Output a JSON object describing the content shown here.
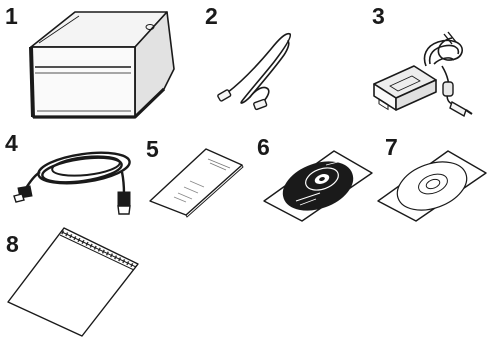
{
  "figure": {
    "line_color": "#1a1a1a",
    "items": [
      {
        "number": "1",
        "icon": "scanner-icon"
      },
      {
        "number": "2",
        "icon": "power-cable-icon"
      },
      {
        "number": "3",
        "icon": "ac-adapter-icon"
      },
      {
        "number": "4",
        "icon": "usb-cable-icon"
      },
      {
        "number": "5",
        "icon": "manual-booklet-icon"
      },
      {
        "number": "6",
        "icon": "setup-dvd-icon"
      },
      {
        "number": "7",
        "icon": "cd-disc-icon"
      },
      {
        "number": "8",
        "icon": "carrier-sheet-icon"
      }
    ]
  }
}
